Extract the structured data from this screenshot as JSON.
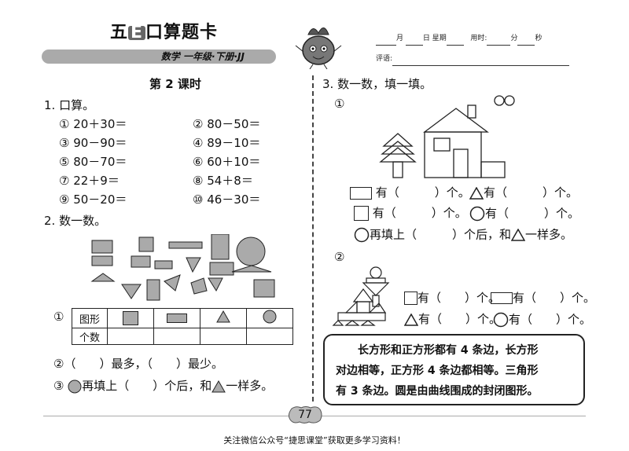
{
  "header": {
    "brand_prefix": "五",
    "brand_letter": "E",
    "brand_suffix": "口算题卡",
    "subtitle": "数学 一年级·下册·JJ",
    "date_month": "月",
    "date_day": "日",
    "date_week": "星期",
    "time_label": "用时:",
    "time_min": "分",
    "time_sec": "秒",
    "comment_label": "评语:"
  },
  "lesson_title": "第 2 课时",
  "section1": {
    "title": "1. 口算。",
    "problems": [
      "① 20＋30＝",
      "② 80－50＝",
      "③ 90－90＝",
      "④ 89－10＝",
      "⑤ 80－70＝",
      "⑥ 60＋10＝",
      "⑦ 22＋9＝",
      "⑧ 54＋8＝",
      "⑨ 50－20＝",
      "⑩ 46－30＝"
    ]
  },
  "section2": {
    "title": "2. 数一数。",
    "q1_marker": "①",
    "row_header_shape": "图形",
    "row_header_count": "个数",
    "q2": "②（　　）最多，（　　）最少。",
    "q3_marker": "③",
    "q3_text": "再填上（　　）个后，和",
    "q3_end": "一样多。"
  },
  "section3": {
    "title": "3. 数一数，填一填。",
    "p1_marker": "①",
    "p1_rect_line": "有（　　　）个。",
    "p1_tri_line": "有（　　　）个。",
    "p1_sq_line": "有（　　　）个。",
    "p1_circ_line": "有（　　　）个。",
    "p1_fill": "再填上（　　　）个后，和",
    "p1_fill_end": "一样多。",
    "p2_marker": "②",
    "p2_sq_line": "有（　　）个。",
    "p2_rect_line": "有（　　）个。",
    "p2_tri_line": "有（　　）个。",
    "p2_circ_line": "有（　　）个。"
  },
  "note": {
    "line1": "长方形和正方形都有 4 条边，长方形",
    "line2": "对边相等，正方形 4 条边都相等。三角形",
    "line3": "有 3 条边。圆是由曲线围成的封闭图形。"
  },
  "page_number": "77",
  "footer": "关注微信公众号“捷思课堂”获取更多学习资料！"
}
